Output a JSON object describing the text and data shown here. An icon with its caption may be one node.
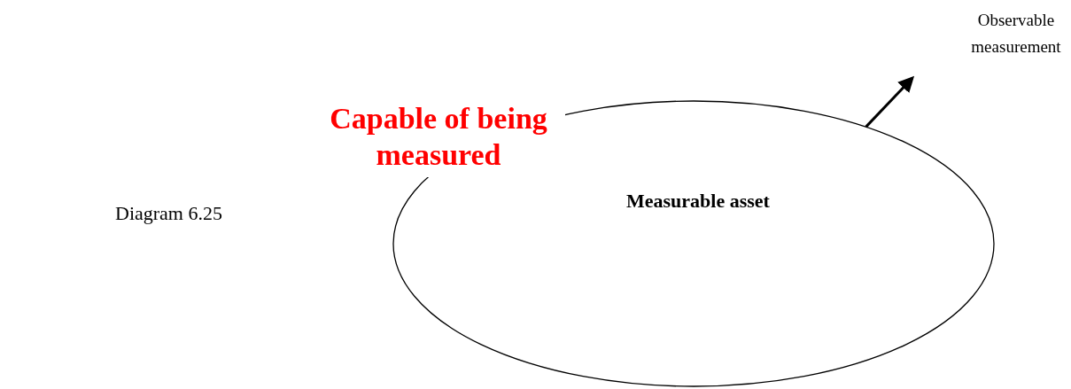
{
  "diagram": {
    "caption": "Diagram 6.25",
    "nodes": [
      {
        "text": [
          "Measurable asset"
        ],
        "beside": [
          "Capable of being measured"
        ]
      },
      {
        "text": [
          "Observable measurement"
        ]
      }
    ],
    "edges": [
      {
        "from": 0,
        "to": 1,
        "arrow": "to"
      }
    ]
  }
}
